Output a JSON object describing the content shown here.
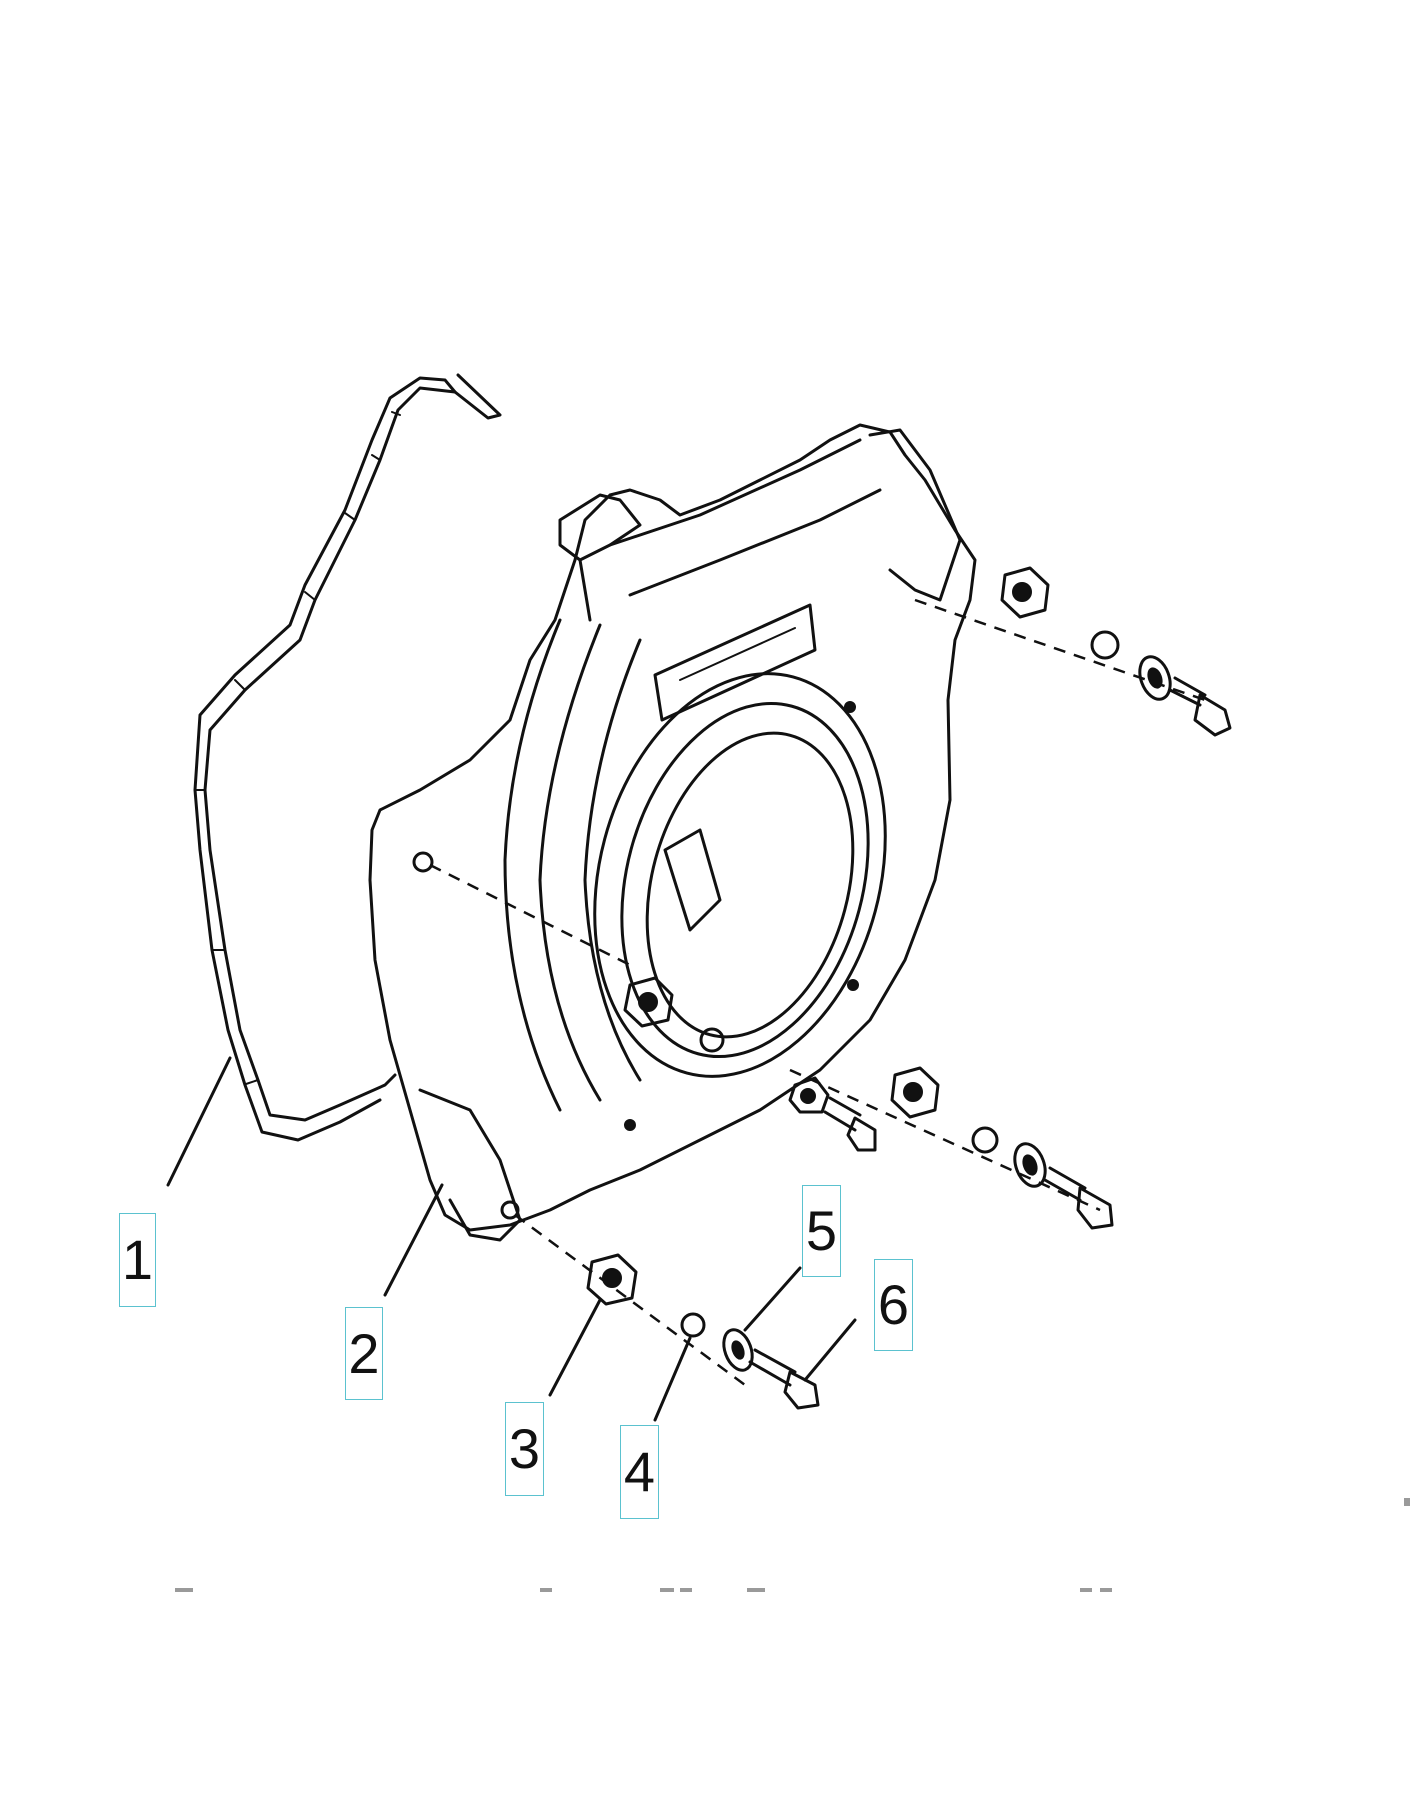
{
  "callouts": [
    {
      "id": "1",
      "label": "1"
    },
    {
      "id": "2",
      "label": "2"
    },
    {
      "id": "3",
      "label": "3"
    },
    {
      "id": "4",
      "label": "4"
    },
    {
      "id": "5",
      "label": "5"
    },
    {
      "id": "6",
      "label": "6"
    }
  ],
  "colors": {
    "callout_border": "#5bc2cf",
    "line_art": "#111111",
    "background": "#ffffff"
  }
}
